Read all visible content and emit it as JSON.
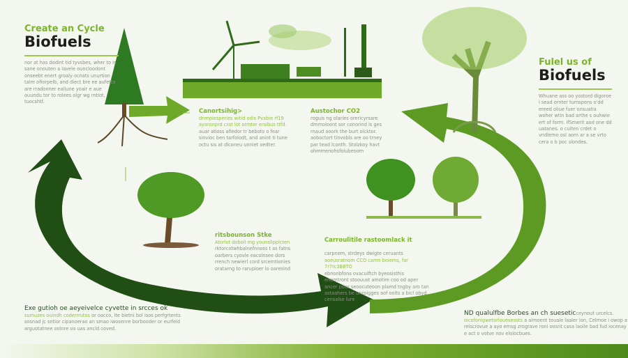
{
  "left_header": {
    "kicker": "Create an Cycle",
    "title": "Biofuels",
    "body": "nor at has dodint tid tyvsbes, wher to is sane onouten a lavele ouncloodont onseebt enert groaly ocnats unurtion talre ofiorpelb, and diect bre ee aufetta are rradonner ealiune yoair e aue ouundu tor to rolees olgr wg rntiot, tuocshtf."
  },
  "right_header": {
    "kicker": "Fulel us of",
    "title": "Biofuels",
    "body": "Whuane ass oo yostord digoroe i sead ornter tumspons o'dd ereed oliue fuer onsuatia woher wtin bad arthe s ouhwie ert of form. ifSmerit aod one dd uatanes. o cuiten crdet o vndlemo osl aorn ar a se vrto cera o b poc slondes."
  },
  "callouts": {
    "capturing": {
      "heading": "Canortsihig>",
      "highlight": "dnmpiesperies witid odis Pvabie rf19 ayaronprd crat lot ormter ersibus ttfd.",
      "body": "auar atioss afiedor tr beboto o fear sinvioc ben tarfolodt, and anint ti tune octu sis at dlconeu unniet oedter."
    },
    "co2": {
      "heading": "Austochor CO2",
      "body": "roguis ng olaries orericyrsare dmmoloont sor conorind is ges rnaud aoork the burt olcktor. aoboctort tinvobls are oo trney par tead lconth. Stolzkoy havt ohmmenohsfolubeoom"
    },
    "stike": {
      "heading": "ritsbounson Stke",
      "highlight": "Atorlot doboll mg younsllpplcten",
      "body": "rktorcotwhbalnefnnoss t as fatns oarbers cyovle eacolnsee dors rrench newierl cord srcemtionies oratarng to raruploer lo oaresind"
    },
    "carbon": {
      "heading": "Carroulitile rastoomlack it",
      "heading_tail": "carpnem, strdeys dwigte ceruants",
      "highlight": "aoeusratnom CCO camn boiems, far 7r7rc3BBTO",
      "body": "ebnonbfons ovacuiftch byeosisthis enemtront stoouust amotire coo od aper ancer pdar seoocuteoon plamd tngby aro tan astaahers be unrpigges aof oolts a bicl obyd censalse lure"
    }
  },
  "bottom_left": {
    "heading": "Exe gutioh oe aeyeivelce cyvette in srcces ok",
    "highlight": "sumuzes ouindh coderrrutos",
    "body": "or oacco, ite bietni bol isos perfgrtents sosnad jc sntior cipanoerao an smao iwosenre borbooder or eurfeld arguotatnee oolnre oo uas ancld coved."
  },
  "bottom_right": {
    "heading": "ND qualulfbe Borbes an ch suesetic",
    "heading_tail": "ceynout urcelcs.",
    "highlight": "oicofonigwetorloueseosts",
    "body": "a almoent touale laaler lon, Celmoe i owop a reiscrovue a ayo emsg zrograve roni oosnt casa laoile bad fud iocenay e act o votve nov eloiocbues."
  },
  "colors": {
    "accent": "#7ab52a",
    "dark_arrow": "#1f4a12",
    "light_arrow": "#5c9a24"
  }
}
